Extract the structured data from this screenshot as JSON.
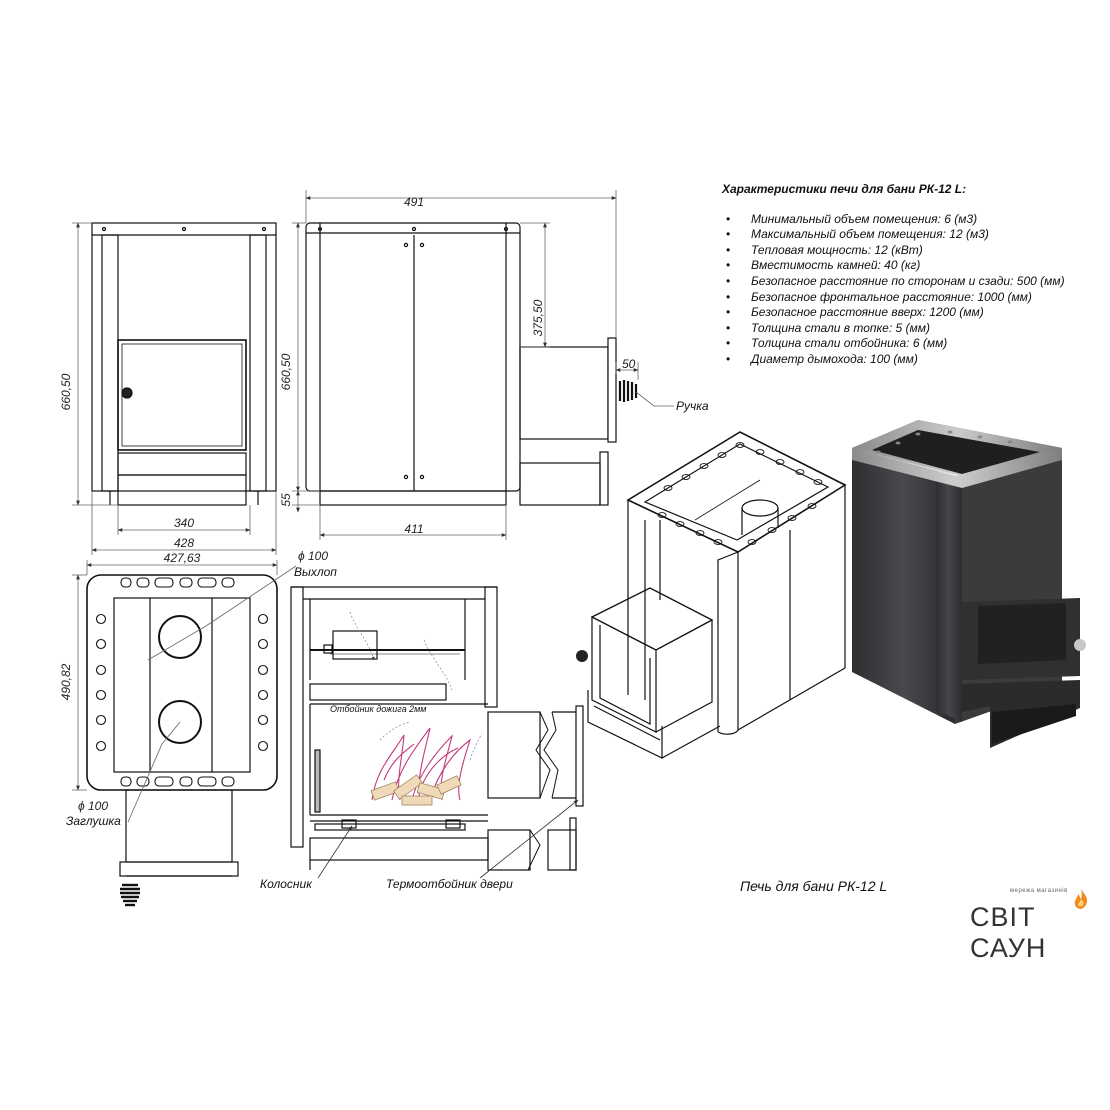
{
  "specs": {
    "title": "Характеристики печи для бани РК-12 L:",
    "items": [
      "Минимальный  объем помещения: 6 (м3)",
      "Максимальный объем помещения: 12 (м3)",
      "Тепловая мощность: 12 (кВт)",
      "Вместимость камней: 40 (кг)",
      "Безопасное расстояние по сторонам и сзади: 500 (мм)",
      "Безопасное фронтальное расстояние: 1000 (мм)",
      "Безопасное расстояние вверх: 1200 (мм)",
      "Толщина стали в топке: 5 (мм)",
      "Толщина стали отбойника: 6 (мм)",
      "Диаметр дымохода: 100 (мм)"
    ]
  },
  "dims": {
    "front_height": "660,50",
    "front_inner_width": "340",
    "front_outer_width": "428",
    "side_width": "491",
    "side_height": "660,50",
    "side_upper": "375,50",
    "side_leg": "55",
    "side_base": "411",
    "handle_len": "50",
    "top_width": "427,63",
    "top_depth": "490,82",
    "exhaust_diam": "ϕ 100",
    "plug_diam": "ϕ 100"
  },
  "labels": {
    "handle": "Ручка",
    "exhaust": "Выхлоп",
    "plug": "Заглушка",
    "baffle": "Отбойник дожига 2мм",
    "grate": "Колосник",
    "door_shield": "Термоотбойник двери"
  },
  "caption": "Печь для бани РК-12 L",
  "brand": {
    "tagline": "мережа магазинів",
    "name": "СВІТ САУН"
  },
  "colors": {
    "line": "#111111",
    "dim": "#666666",
    "stove_dark": "#3a3b3d",
    "flame": "#c23a7a",
    "brand_flame": "#f08a1c"
  }
}
